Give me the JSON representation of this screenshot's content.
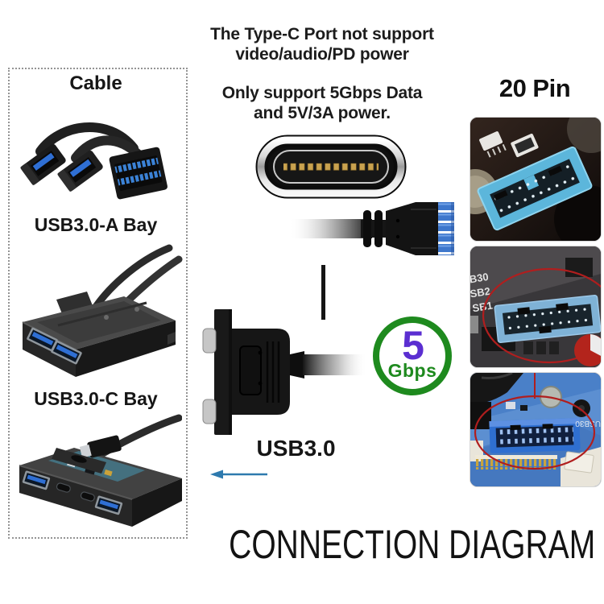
{
  "notes": {
    "typec_line1": "The Type-C Port not support",
    "typec_line2": "video/audio/PD power",
    "support_line1": "Only support 5Gbps Data",
    "support_line2": "and 5V/3A power."
  },
  "left_panel": {
    "cable_label": "Cable",
    "usb_a_bay_label": "USB3.0-A Bay",
    "usb_c_bay_label": "USB3.0-C Bay"
  },
  "right_panel": {
    "pin_label": "20 Pin",
    "photo2_silkscreen": [
      "B30",
      "SB2",
      "SB1"
    ],
    "photo3_silkscreen": "USB30"
  },
  "center": {
    "usb_label": "USB3.0",
    "speed_value": "5",
    "speed_unit": "Gbps"
  },
  "footer": {
    "title": "CONNECTION DIAGRAM"
  },
  "icons": {
    "left_arrow": "←"
  },
  "colors": {
    "speed_ring_green": "#1e8a1e",
    "speed_value_purple": "#5b2ed1",
    "arrow_blue": "#2e7aae",
    "annotation_red": "#b01e1e",
    "header_blue_light": "#5cb6db",
    "header_blue_mid": "#7fb2d6",
    "header_blue_dark": "#2f6fd0"
  }
}
